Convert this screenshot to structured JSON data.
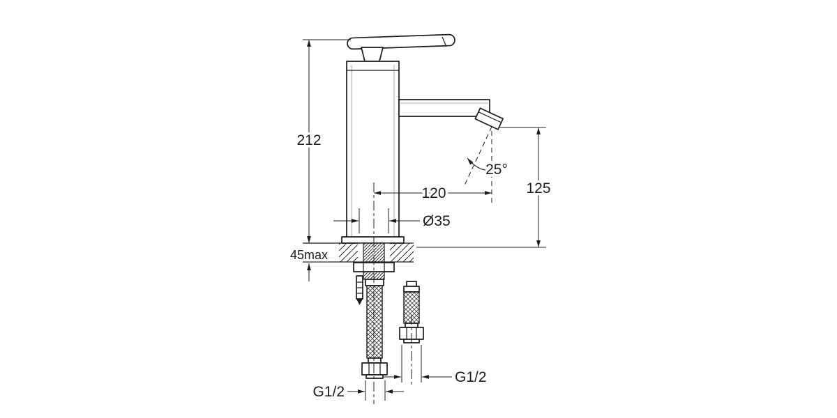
{
  "drawing": {
    "title": "single-lever-basin-faucet-dimension-drawing",
    "background": "#ffffff",
    "line_color": "#1c1c1c",
    "labels": {
      "overall_height": "212",
      "max_deck_thickness": "45max",
      "spout_reach": "120",
      "body_diameter": "Ø35",
      "outlet_height": "125",
      "outlet_angle": "25°",
      "hose_thread_left": "G1/2",
      "hose_thread_right": "G1/2"
    }
  }
}
